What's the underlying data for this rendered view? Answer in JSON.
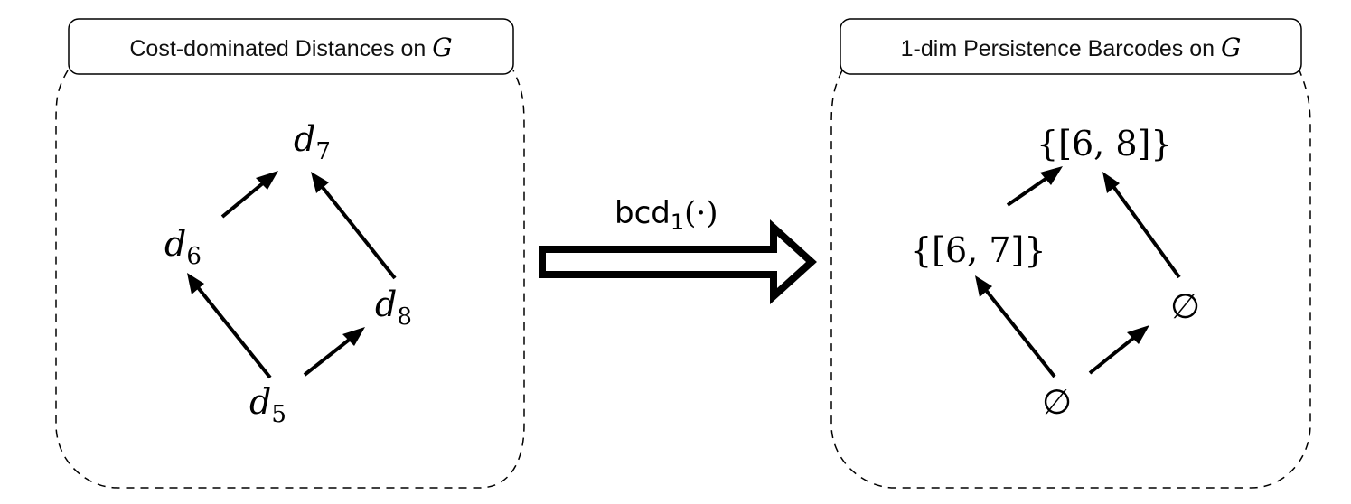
{
  "left_panel": {
    "title_prefix": "Cost-dominated Distances on ",
    "title_var": "G",
    "nodes": {
      "top": {
        "base": "d",
        "sub": "7"
      },
      "left": {
        "base": "d",
        "sub": "6"
      },
      "right": {
        "base": "d",
        "sub": "8"
      },
      "bottom": {
        "base": "d",
        "sub": "5"
      }
    }
  },
  "map": {
    "name": "bcd",
    "sub": "1",
    "args": "(·)"
  },
  "right_panel": {
    "title_prefix": "1-dim Persistence Barcodes on ",
    "title_var": "G",
    "nodes": {
      "top": "{[6, 8]}",
      "left": "{[6, 7]}",
      "right": "∅",
      "bottom": "∅"
    }
  }
}
